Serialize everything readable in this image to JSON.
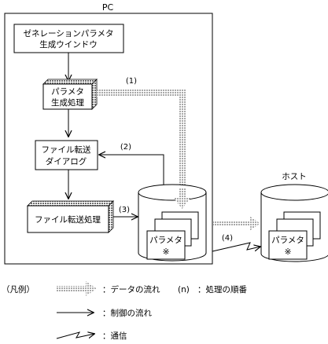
{
  "pc": {
    "title": "PC"
  },
  "host": {
    "title": "ホスト"
  },
  "nodes": {
    "gen_window": {
      "line1": "ゼネレーションパラメタ",
      "line2": "生成ウインドウ"
    },
    "param_gen": {
      "line1": "パラメタ",
      "line2": "生成処理"
    },
    "file_dialog": {
      "line1": "ファイル転送",
      "line2": "ダイアログ"
    },
    "file_proc": {
      "label": "ファイル転送処理"
    },
    "pc_store": {
      "doc_line1": "パラメタ",
      "doc_line2": "※"
    },
    "host_store": {
      "doc_line1": "パラメタ",
      "doc_line2": "※"
    }
  },
  "steps": {
    "s1": "(1)",
    "s2": "(2)",
    "s3": "(3)",
    "s4": "(4)"
  },
  "legend": {
    "title": "（凡例）",
    "data_flow": "：データの流れ",
    "order_symbol": "(n)",
    "order_label": "：処理の順番",
    "control_flow": "：制御の流れ",
    "communication": "：通信"
  }
}
